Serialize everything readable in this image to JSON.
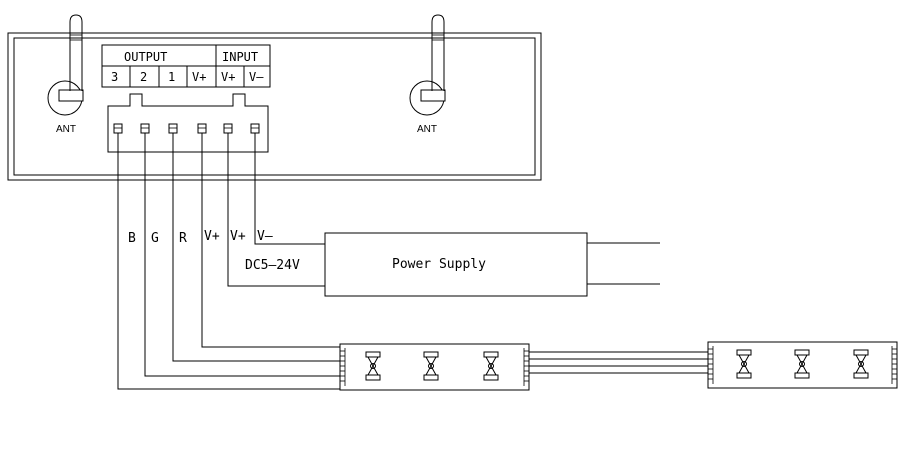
{
  "controller": {
    "output_header": "OUTPUT",
    "input_header": "INPUT",
    "pins": [
      "3",
      "2",
      "1",
      "V+",
      "V+",
      "V–"
    ],
    "antenna_left_label": "ANT",
    "antenna_right_label": "ANT"
  },
  "wires": {
    "labels": [
      "B",
      "G",
      "R",
      "V+",
      "V+",
      "V–"
    ]
  },
  "power_supply": {
    "label": "Power Supply",
    "voltage_label": "DC5–24V"
  },
  "strips": {
    "count": 2,
    "leds_per_strip": 3
  }
}
